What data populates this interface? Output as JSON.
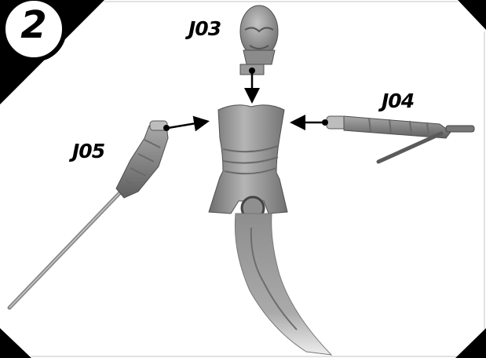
{
  "step": {
    "number": "2"
  },
  "parts": {
    "head": "J03",
    "right_arm": "J04",
    "left_arm": "J05"
  },
  "colors": {
    "frame": "#000000",
    "part_light": "#b8b8b8",
    "part_mid": "#8c8c8c",
    "part_dark": "#5e5e5e",
    "background": "#ffffff"
  }
}
